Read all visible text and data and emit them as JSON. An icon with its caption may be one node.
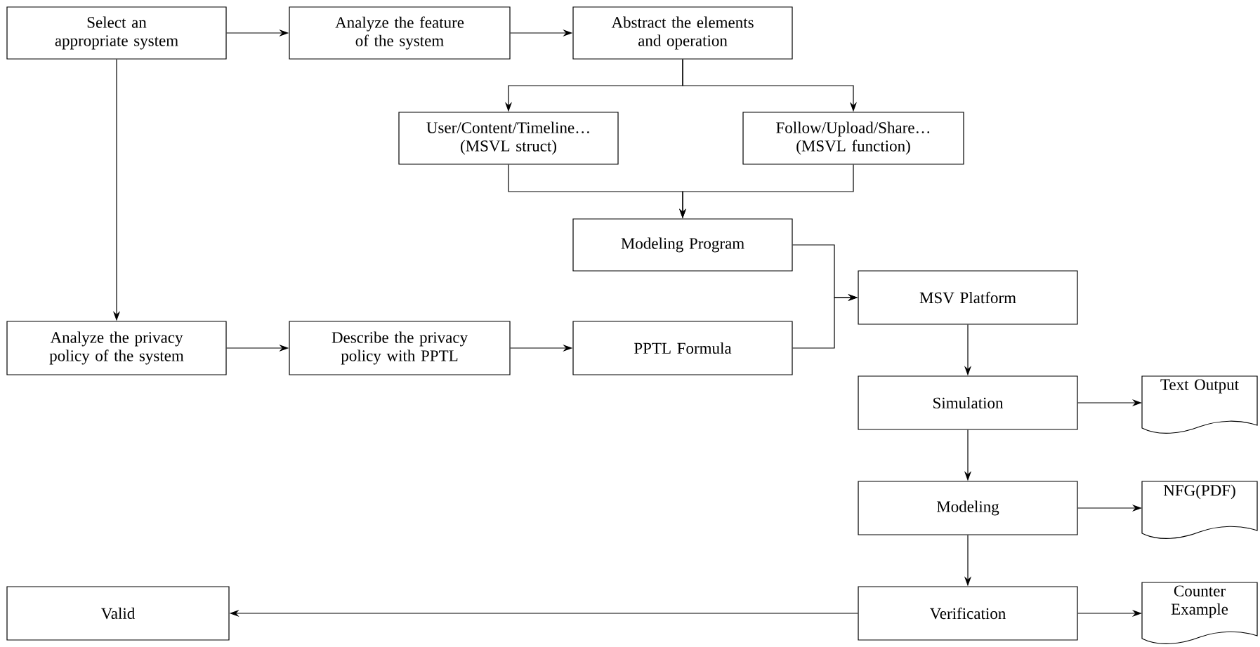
{
  "diagram": {
    "nodes": [
      {
        "text": [
          "Select an appropriate system"
        ]
      },
      {
        "text": [
          "Analyze the feature of the system"
        ]
      },
      {
        "text": [
          "Abstract the elements and operation"
        ]
      },
      {
        "text": [
          "User/Content/Timeline… (MSVL struct)"
        ]
      },
      {
        "text": [
          "Follow/Upload/Share… (MSVL function)"
        ]
      },
      {
        "text": [
          "Modeling Program"
        ]
      },
      {
        "text": [
          "Analyze the privacy policy of the system"
        ]
      },
      {
        "text": [
          "Describe the privacy policy with PPTL"
        ]
      },
      {
        "text": [
          "PPTL Formula"
        ]
      },
      {
        "text": [
          "MSV Platform"
        ]
      },
      {
        "text": [
          "Simulation"
        ]
      },
      {
        "text": [
          "Text Output"
        ]
      },
      {
        "text": [
          "Modeling"
        ]
      },
      {
        "text": [
          "NFG(PDF)"
        ]
      },
      {
        "text": [
          "Valid"
        ]
      },
      {
        "text": [
          "Verification"
        ]
      },
      {
        "text": [
          "Counter Example"
        ]
      }
    ],
    "edges": [
      {
        "from": 0,
        "to": 1,
        "arrow": "to"
      },
      {
        "from": 1,
        "to": 2,
        "arrow": "to"
      },
      {
        "from": 2,
        "to": 3,
        "arrow": "to"
      },
      {
        "from": 2,
        "to": 4,
        "arrow": "to"
      },
      {
        "from": 3,
        "to": 5,
        "arrow": "to"
      },
      {
        "from": 4,
        "to": 5,
        "arrow": "to"
      },
      {
        "from": 0,
        "to": 6,
        "arrow": "to"
      },
      {
        "from": 6,
        "to": 7,
        "arrow": "to"
      },
      {
        "from": 7,
        "to": 8,
        "arrow": "to"
      },
      {
        "from": 5,
        "to": 9,
        "arrow": "to"
      },
      {
        "from": 8,
        "to": 9,
        "arrow": "to"
      },
      {
        "from": 9,
        "to": 10,
        "arrow": "to"
      },
      {
        "from": 10,
        "to": 11,
        "arrow": "to"
      },
      {
        "from": 10,
        "to": 12,
        "arrow": "to"
      },
      {
        "from": 12,
        "to": 13,
        "arrow": "to"
      },
      {
        "from": 12,
        "to": 15,
        "arrow": "to"
      },
      {
        "from": 15,
        "to": 14,
        "arrow": "to"
      },
      {
        "from": 15,
        "to": 16,
        "arrow": "to"
      }
    ]
  }
}
